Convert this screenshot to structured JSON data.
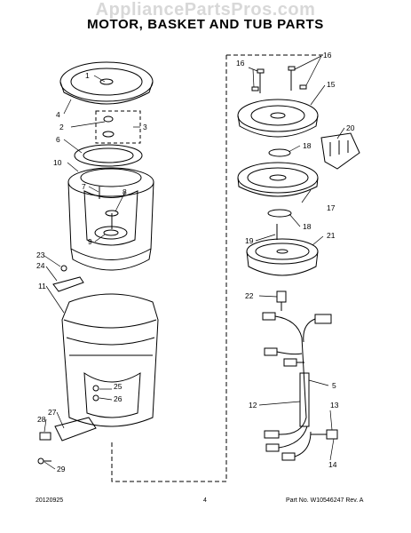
{
  "watermark": "AppliancePartsPros.com",
  "title": "MOTOR, BASKET AND TUB PARTS",
  "callouts": [
    "1",
    "2",
    "3",
    "4",
    "5",
    "6",
    "7",
    "8",
    "9",
    "10",
    "11",
    "12",
    "13",
    "14",
    "15",
    "16",
    "16",
    "17",
    "18",
    "18",
    "19",
    "20",
    "21",
    "22",
    "23",
    "24",
    "25",
    "26",
    "27",
    "28",
    "29"
  ],
  "footer": {
    "date": "20120925",
    "page": "4",
    "part_no": "Part No. W10546247  Rev. A"
  }
}
